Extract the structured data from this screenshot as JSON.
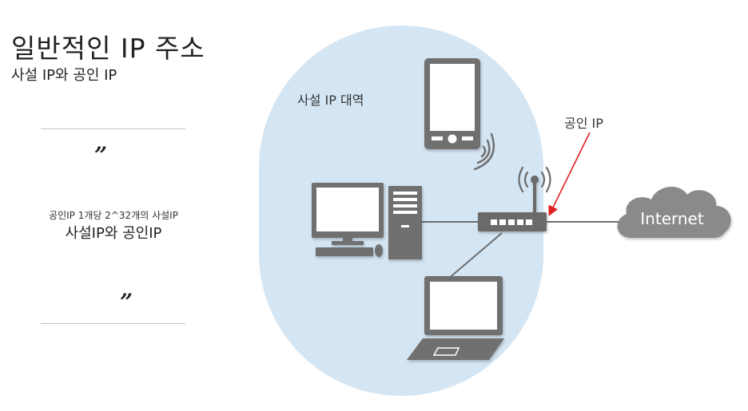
{
  "header": {
    "title": "일반적인 IP 주소",
    "subtitle": "사설 IP와 공인 IP"
  },
  "quote": {
    "open_mark": "”",
    "close_mark": "”",
    "line1": "공인IP 1개당 2^32개의 사설IP",
    "line2": "사설IP와 공인IP"
  },
  "diagram": {
    "private_range_label": "사설 IP 대역",
    "public_ip_label": "공인 IP",
    "cloud_label": "Internet",
    "colors": {
      "private_range_fill": "#d4e5f3",
      "device_gray": "#707070",
      "pointer_arrow": "#e02020",
      "cloud_gray": "#8a8a8a"
    },
    "icons": [
      "smartphone-icon",
      "desktop-computer-icon",
      "router-icon",
      "laptop-icon",
      "cloud-icon"
    ]
  }
}
